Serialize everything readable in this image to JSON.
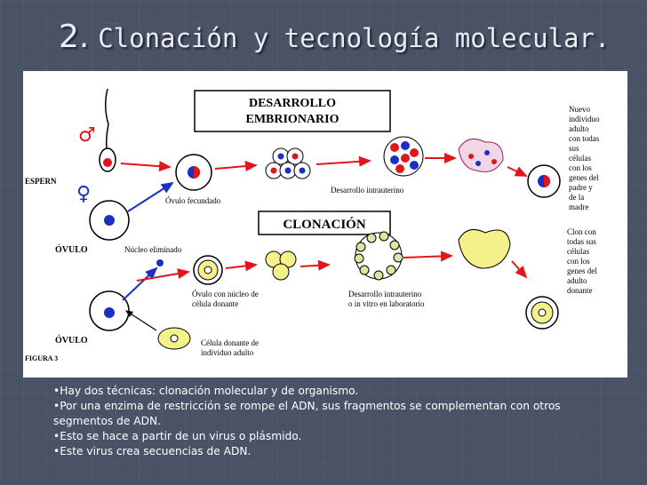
{
  "title": {
    "number": "2.",
    "text": "Clonación y tecnología molecular."
  },
  "figure": {
    "box_top_line1": "DESARROLLO",
    "box_top_line2": "EMBRIONARIO",
    "box_bottom": "CLONACIÓN",
    "male_symbol": "♂",
    "female_symbol": "♀",
    "label_esperm": "ESPERN",
    "label_ovulo_1": "ÓVULO",
    "label_ovulo_2": "ÓVULO",
    "label_ovulo_fecundado": "Óvulo fecundado",
    "label_desarrollo_intrauterino": "Desarrollo intrauterino",
    "label_nucleo_eliminado": "Núcleo eliminado",
    "label_ovulo_nucleo_1": "Óvulo con núcleo de",
    "label_ovulo_nucleo_2": "célula donante",
    "label_desarrollo_vitro_1": "Desarrollo intrauterino",
    "label_desarrollo_vitro_2": "o in vitro en laboratorio",
    "label_celula_donante_1": "Célula donante de",
    "label_celula_donante_2": "individuo adulto",
    "label_figura": "FIGURA 3",
    "nuevo_lines": [
      "Nuevo",
      "individuo",
      "adulto",
      "con todas",
      "sus",
      "células",
      "con los",
      "genes del",
      "padre y",
      "de la",
      "madre"
    ],
    "clon_lines": [
      "Clon con",
      "todas sus",
      "células",
      "con los",
      "genes del",
      "adulto",
      "donante"
    ]
  },
  "bullets": [
    "•Hay dos técnicas: clonación molecular y de organismo.",
    "•Por una enzima de restricción se rompe el ADN, sus fragmentos se complementan con otros segmentos de ADN.",
    "•Esto se hace a partir de un virus o plásmido.",
    "•Este virus crea secuencias de ADN."
  ],
  "colors": {
    "background": "#4a5366",
    "title": "#e9ecf4",
    "nucleus_red": "#e0161b",
    "nucleus_blue": "#1b2fc4",
    "egg_yellow": "#f4f08a",
    "arrow_red": "#e0161b",
    "arrow_blue": "#1b2fc4"
  }
}
